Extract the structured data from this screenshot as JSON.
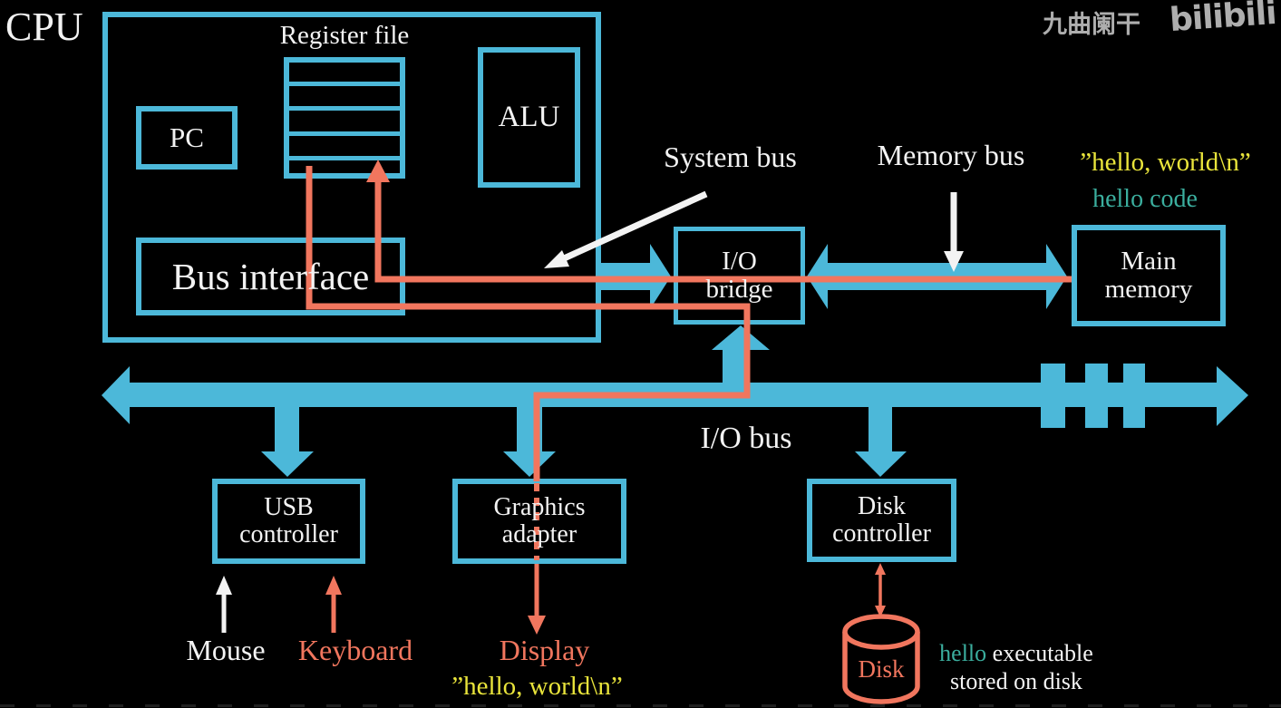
{
  "watermark": {
    "channel": "九曲阑干",
    "platform": "bilibili"
  },
  "colors": {
    "bg": "#000000",
    "cyan": "#4cb8d9",
    "salmon": "#f1765e",
    "teal": "#3bae9e",
    "yellow": "#e9e43b",
    "white": "#f3f3f3",
    "logo_gray": "#aeaeae"
  },
  "cpu": {
    "label": "CPU",
    "register_file": "Register file",
    "pc": "PC",
    "alu": "ALU",
    "bus_interface": "Bus interface"
  },
  "bridge": {
    "line1": "I/O",
    "line2": "bridge"
  },
  "memory": {
    "line1": "Main",
    "line2": "memory"
  },
  "annotations": {
    "memory_string": "”hello, world\\n”",
    "memory_code": "hello code",
    "system_bus": "System bus",
    "memory_bus": "Memory bus",
    "io_bus": "I/O bus",
    "display_string": "”hello, world\\n”",
    "disk_note_highlight": "hello",
    "disk_note_rest": " executable",
    "disk_note_line2": "stored on disk"
  },
  "devices": {
    "usb_line1": "USB",
    "usb_line2": "controller",
    "graphics_line1": "Graphics",
    "graphics_line2": "adapter",
    "diskctl_line1": "Disk",
    "diskctl_line2": "controller",
    "mouse": "Mouse",
    "keyboard": "Keyboard",
    "display": "Display",
    "disk": "Disk"
  }
}
